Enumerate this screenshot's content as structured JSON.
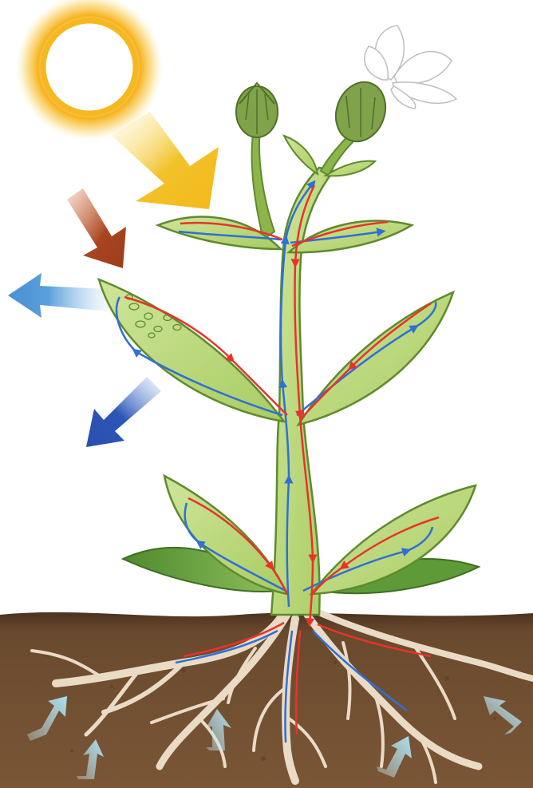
{
  "diagram": {
    "subject": "plant-transport",
    "colors": {
      "background": "#ffffff",
      "sun_glow": "#f6b21c",
      "sunlight_arrow": "#f2c22a",
      "heat_arrow": "#a9441f",
      "outgoing_arrow_light": "#5aa0dc",
      "outgoing_arrow_dark": "#2c56b6",
      "soil": "#6a4a2e",
      "soil_top": "#4c3320",
      "root": "#eadbc6",
      "leaf_fill": "#bcd97a",
      "leaf_edge": "#5f8a2e",
      "xylem_upward_flow": "#2f6fd6",
      "phloem_downward_flow": "#e8332a",
      "water_uptake_arrow": "#a8e0f0",
      "petal": "#ffffff",
      "bud": "#7fa24a"
    },
    "parts": [
      "sun",
      "flower",
      "buds",
      "leaves",
      "stem",
      "roots",
      "soil"
    ],
    "icons": [
      "sun-icon",
      "sunlight-arrow",
      "heat-arrow",
      "light-out-arrow",
      "gas-out-arrow",
      "water-uptake-arrow"
    ]
  }
}
